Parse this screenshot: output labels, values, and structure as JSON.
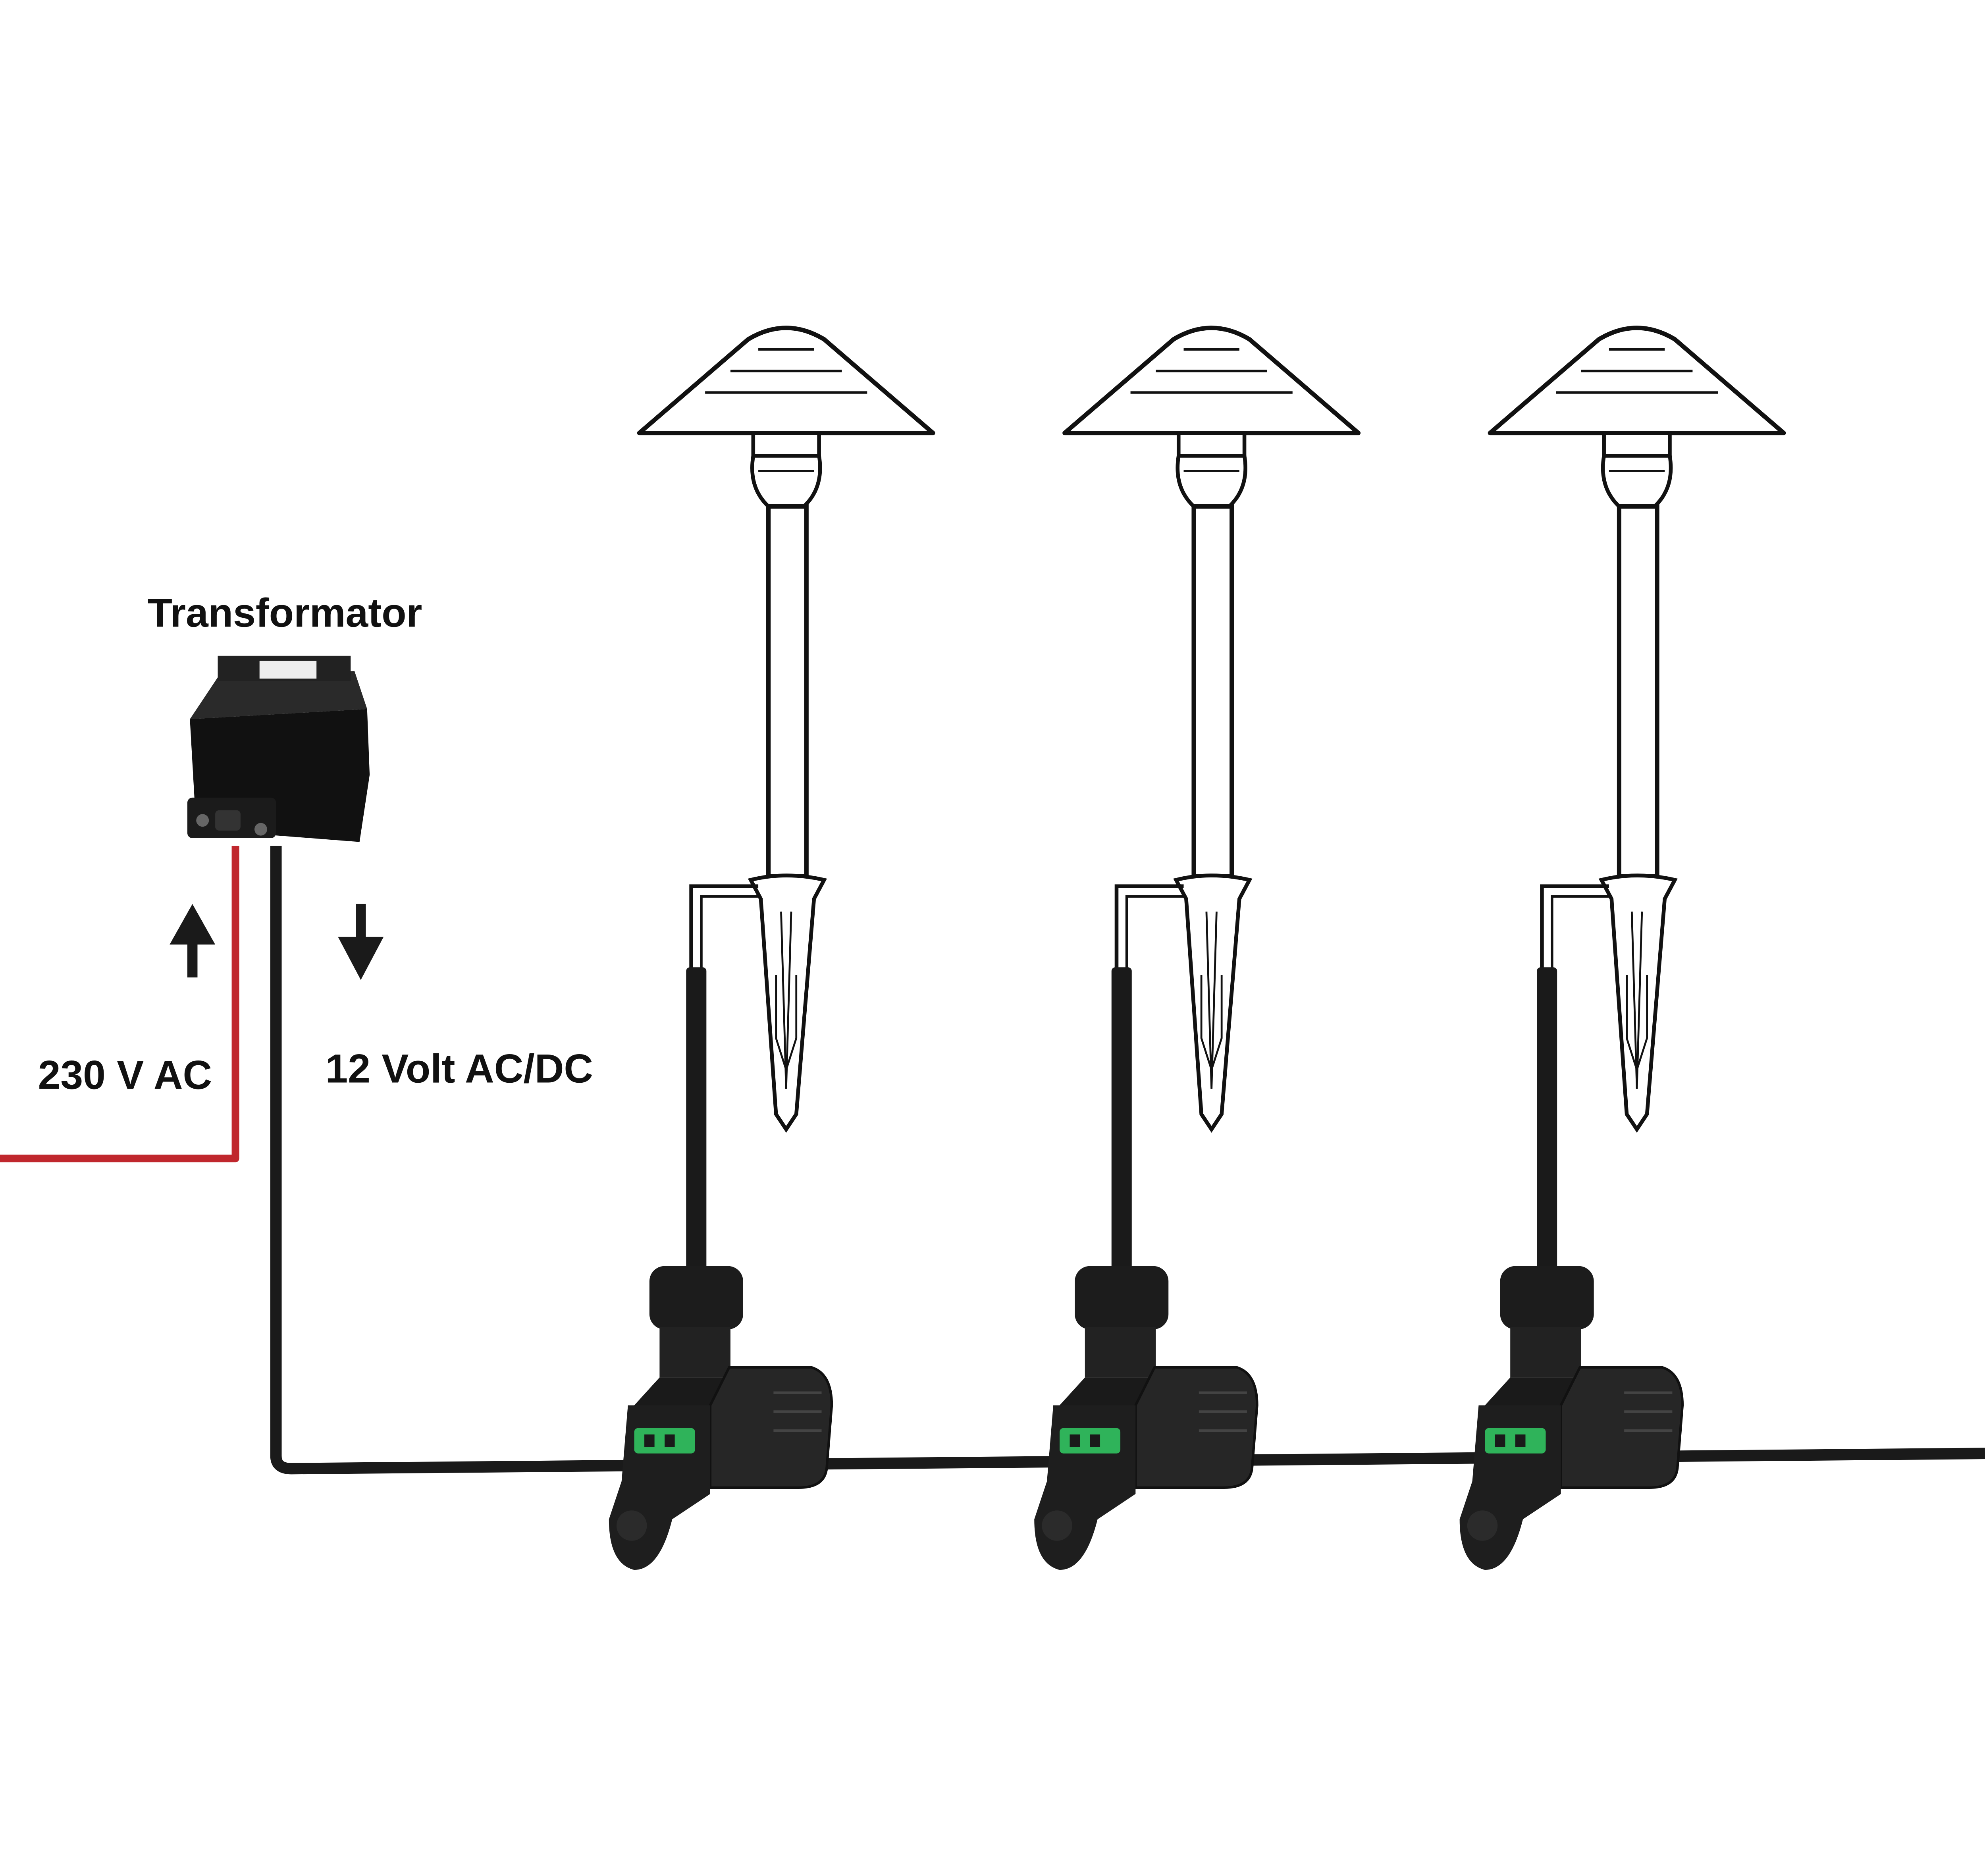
{
  "labels": {
    "transformer": "Transformator",
    "input_voltage": "230 V AC",
    "output_voltage": "12 Volt AC/DC"
  },
  "colors": {
    "mains_cable": "#c0272d",
    "low_voltage_cable": "#1a1a1a",
    "connector_accent": "#2fb35a"
  },
  "lamps": [
    {
      "name": "garden-spike-lamp-1"
    },
    {
      "name": "garden-spike-lamp-2"
    },
    {
      "name": "garden-spike-lamp-3"
    }
  ]
}
